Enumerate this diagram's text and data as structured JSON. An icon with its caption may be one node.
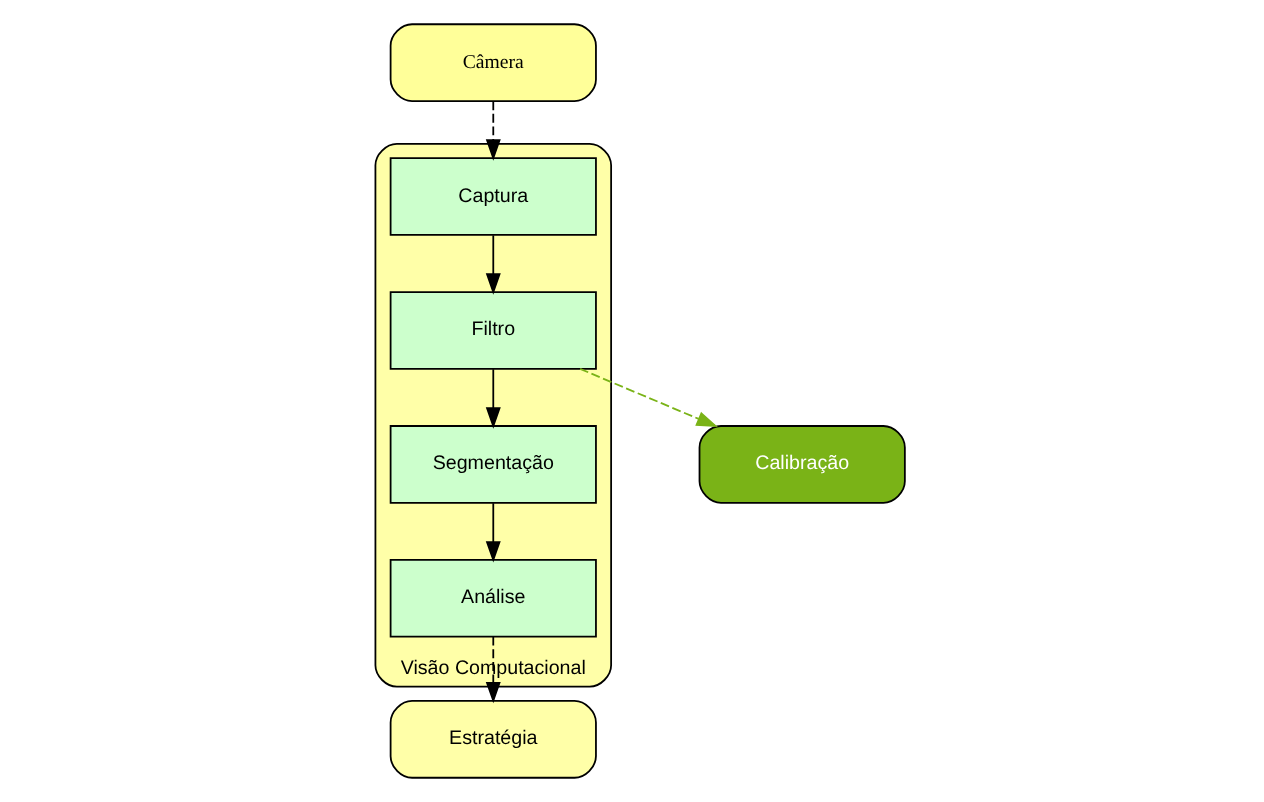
{
  "diagram": {
    "nodes": [
      {
        "text": [
          "Câmera"
        ]
      },
      {
        "text": [
          "Visão Computacional"
        ]
      },
      {
        "text": [
          "Captura"
        ],
        "in": 1
      },
      {
        "text": [
          "Filtro"
        ],
        "in": 1
      },
      {
        "text": [
          "Segmentação"
        ],
        "in": 1
      },
      {
        "text": [
          "Análise"
        ],
        "in": 1
      },
      {
        "text": [
          "Calibração"
        ]
      },
      {
        "text": [
          "Estratégia"
        ]
      }
    ],
    "edges": [
      {
        "from": 0,
        "to": 2,
        "arrow": "to",
        "style": "dashed"
      },
      {
        "from": 2,
        "to": 3,
        "arrow": "to"
      },
      {
        "from": 3,
        "to": 4,
        "arrow": "to"
      },
      {
        "from": 4,
        "to": 5,
        "arrow": "to"
      },
      {
        "from": 3,
        "to": 6,
        "arrow": "to",
        "style": "dashed",
        "color": "#7ab317"
      },
      {
        "from": 5,
        "to": 7,
        "arrow": "to",
        "style": "dashed"
      }
    ]
  }
}
